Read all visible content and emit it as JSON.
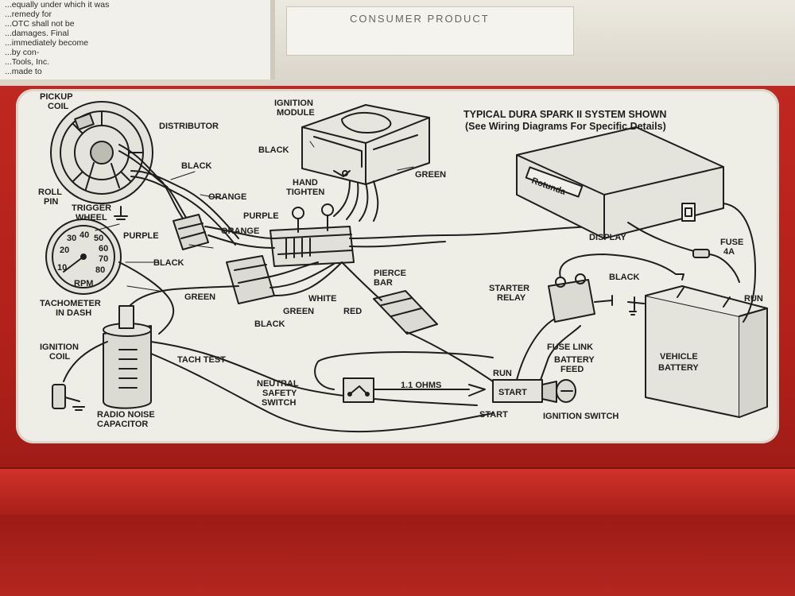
{
  "scene": {
    "warranty_lines": [
      "...equally under which it was",
      "...remedy for",
      "...OTC shall not be",
      "...damages. Final",
      "...immediately become",
      "...by con-",
      "...Tools, Inc.",
      "...made to"
    ],
    "sticker_text": "CONSUMER PRODUCT"
  },
  "diagram": {
    "title_line1": "TYPICAL DURA SPARK II SYSTEM SHOWN",
    "title_line2": "(See Wiring Diagrams For Specific Details)",
    "labels": {
      "pickup_coil_1": "PICKUP",
      "pickup_coil_2": "COIL",
      "distributor": "DISTRIBUTOR",
      "roll_pin_1": "ROLL",
      "roll_pin_2": "PIN",
      "trigger_wheel_1": "TRIGGER",
      "trigger_wheel_2": "WHEEL",
      "ignition_module_1": "IGNITION",
      "ignition_module_2": "MODULE",
      "black_module": "BLACK",
      "green_module": "GREEN",
      "black_dist": "BLACK",
      "orange_dist": "ORANGE",
      "purple_dist": "PURPLE",
      "hand_tighten_1": "HAND",
      "hand_tighten_2": "TIGHTEN",
      "purple_bar": "PURPLE",
      "orange_bar": "ORANGE",
      "black_left": "BLACK",
      "green_left": "GREEN",
      "white": "WHITE",
      "red": "RED",
      "green_mid": "GREEN",
      "black_mid": "BLACK",
      "pierce_bar_1": "PIERCE",
      "pierce_bar_2": "BAR",
      "tachometer_1": "TACHOMETER",
      "tachometer_2": "IN DASH",
      "rpm": "RPM",
      "ignition_coil_1": "IGNITION",
      "ignition_coil_2": "COIL",
      "tach_test": "TACH TEST",
      "radio_noise_1": "RADIO NOISE",
      "radio_noise_2": "CAPACITOR",
      "neutral_safety_1": "NEUTRAL",
      "neutral_safety_2": "SAFETY",
      "neutral_safety_3": "SWITCH",
      "ohms": "1.1 OHMS",
      "run_top": "RUN",
      "start_switch": "START",
      "start_bottom": "START",
      "ignition_switch": "IGNITION SWITCH",
      "fuse_link": "FUSE LINK",
      "battery_feed_1": "BATTERY",
      "battery_feed_2": "FEED",
      "starter_relay_1": "STARTER",
      "starter_relay_2": "RELAY",
      "black_battery": "BLACK",
      "display": "DISPLAY",
      "fuse_1": "FUSE",
      "fuse_2": "4A",
      "run_right": "RUN",
      "vehicle_battery_1": "VEHICLE",
      "vehicle_battery_2": "BATTERY",
      "tester_brand": "Rotunda"
    },
    "tach_ticks": [
      "10",
      "20",
      "30",
      "40",
      "50",
      "60",
      "70",
      "80"
    ]
  }
}
